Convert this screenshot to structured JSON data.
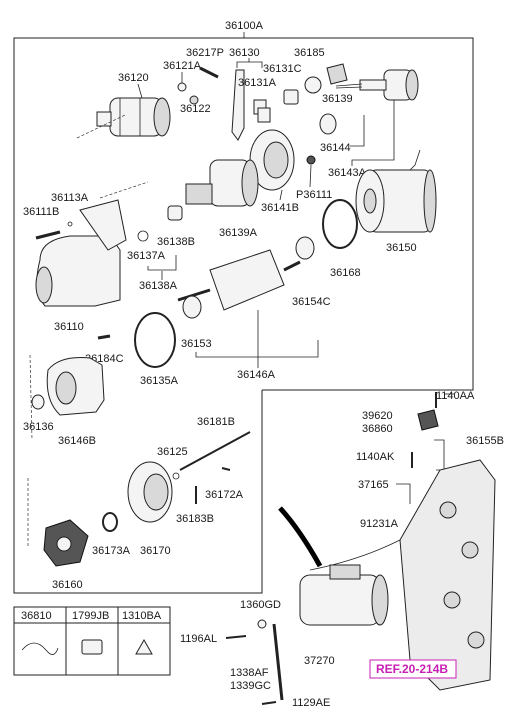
{
  "labels": {
    "main_assembly": "36100A",
    "p36217P": "36217P",
    "p36130": "36130",
    "p36185": "36185",
    "p36121A": "36121A",
    "p36120": "36120",
    "p36131C": "36131C",
    "p36131A": "36131A",
    "p36122": "36122",
    "p36139": "36139",
    "p36144": "36144",
    "p36143A": "36143A",
    "p36111": "P36111",
    "p36141B": "36141B",
    "p36113A": "36113A",
    "p36111B": "36111B",
    "p36138B": "36138B",
    "p36139A": "36139A",
    "p36150": "36150",
    "p36137A": "36137A",
    "p36138A": "36138A",
    "p36168": "36168",
    "p36154C": "36154C",
    "p36110": "36110",
    "p36153": "36153",
    "p36184C": "36184C",
    "p36135A": "36135A",
    "p36146A": "36146A",
    "p36136": "36136",
    "p36146B": "36146B",
    "p36181B": "36181B",
    "p36125": "36125",
    "p36172A": "36172A",
    "p36183B": "36183B",
    "p36173A": "36173A",
    "p36170": "36170",
    "p36160": "36160",
    "p39620": "39620",
    "p36860": "36860",
    "p1140AA": "1140AA",
    "p36155B": "36155B",
    "p1140AK": "1140AK",
    "p37165": "37165",
    "p91231A": "91231A",
    "p1360GD": "1360GD",
    "p1196AL": "1196AL",
    "p37270": "37270",
    "p1338AF": "1338AF",
    "p1339GC": "1339GC",
    "p1129AE": "1129AE",
    "ref": "REF.20-214B"
  },
  "legend_table": {
    "headers": [
      "36810",
      "1799JB",
      "1310BA"
    ]
  }
}
